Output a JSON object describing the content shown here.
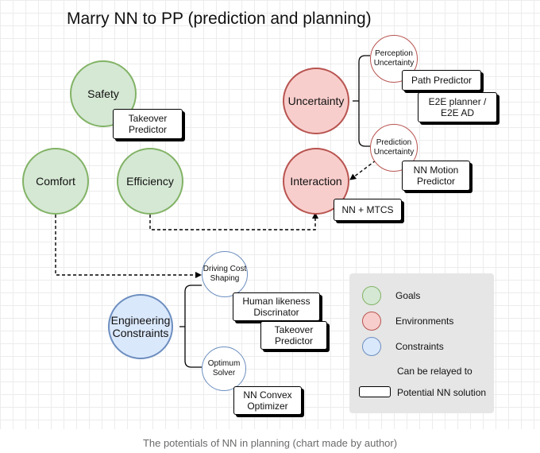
{
  "title": "Marry NN to PP (prediction and planning)",
  "caption": "The potentials of NN in planning (chart made by author)",
  "nodes": {
    "safety": "Safety",
    "comfort": "Comfort",
    "efficiency": "Efficiency",
    "uncertainty": "Uncertainty",
    "interaction": "Interaction",
    "engineering_constraints": "Engineering Constraints",
    "perception_uncertainty": "Perception Uncertainty",
    "prediction_uncertainty": "Prediction Uncertainty",
    "driving_cost_shaping": "Driving Cost Shaping",
    "optimum_solver": "Optimum Solver"
  },
  "solutions": {
    "takeover_predictor_1": "Takeover Predictor",
    "path_predictor": "Path Predictor",
    "e2e_planner": "E2E planner / E2E AD",
    "nn_motion_predictor": "NN Motion Predictor",
    "nn_mtcs": "NN + MTCS",
    "human_likeness": "Human likeness Discrinator",
    "takeover_predictor_2": "Takeover Predictor",
    "nn_convex_optimizer": "NN Convex Optimizer"
  },
  "legend": {
    "goals": "Goals",
    "environments": "Environments",
    "constraints": "Constraints",
    "relay": "Can be relayed to",
    "potential": "Potential NN solution"
  },
  "colors": {
    "goal_fill": "#d5e8d4",
    "goal_stroke": "#82b366",
    "env_fill": "#f8cecc",
    "env_stroke": "#b85450",
    "con_fill": "#dae8fc",
    "con_stroke": "#6c8ebf"
  }
}
